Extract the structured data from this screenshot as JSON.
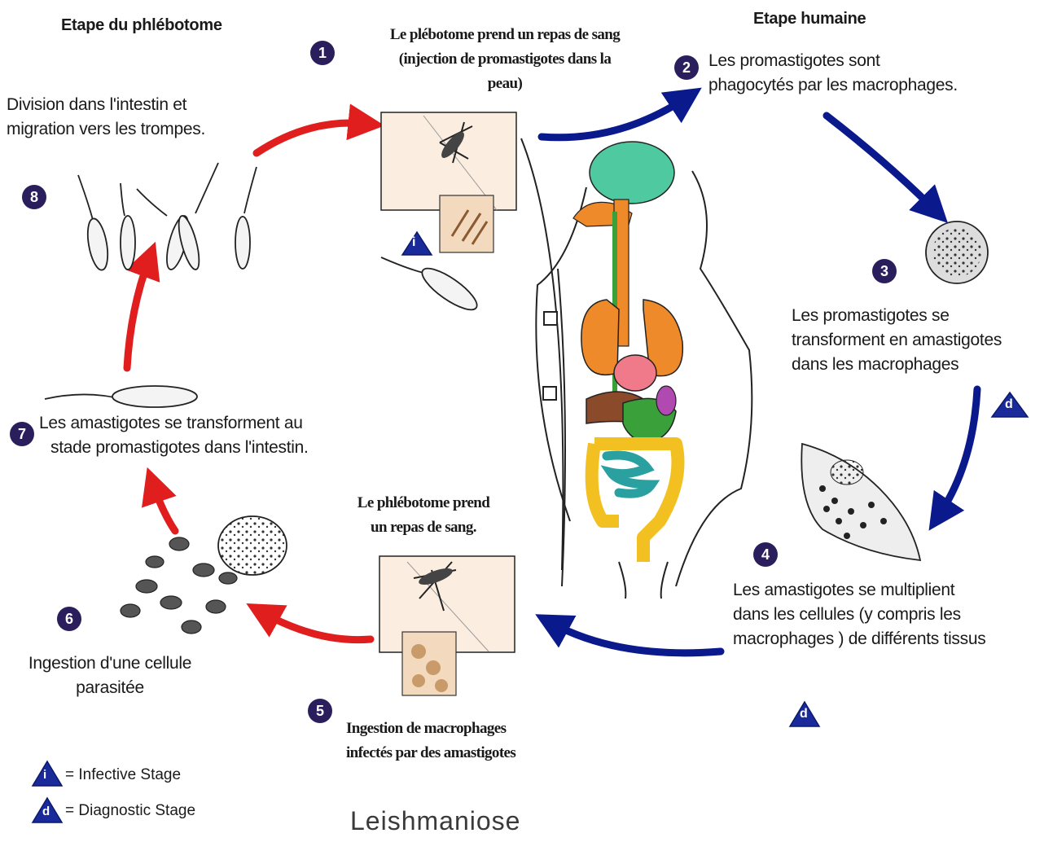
{
  "header": {
    "vector_stage": "Etape du phlébotome",
    "human_stage": "Etape humaine"
  },
  "steps": {
    "s1": {
      "num": "1",
      "lines": [
        "Le plébotome prend un repas de sang",
        "(injection de promastigotes dans la",
        "peau)"
      ]
    },
    "s2": {
      "num": "2",
      "lines": [
        "Les promastigotes sont",
        "phagocytés par les macrophages."
      ]
    },
    "s3": {
      "num": "3",
      "lines": [
        "Les promastigotes se",
        "transforment en amastigotes",
        "dans les macrophages"
      ]
    },
    "s4": {
      "num": "4",
      "lines": [
        "Les amastigotes se multiplient",
        "dans les cellules (y compris les",
        "macrophages ) de différents tissus"
      ]
    },
    "s5": {
      "num": "5",
      "lines": [
        "Ingestion de macrophages",
        "infectés par des amastigotes"
      ]
    },
    "s5_top": {
      "lines": [
        "Le phlébotome prend",
        "un repas de sang."
      ]
    },
    "s6": {
      "num": "6",
      "lines": [
        "Ingestion d'une cellule",
        "parasitée"
      ]
    },
    "s7": {
      "num": "7",
      "lines": [
        "Les amastigotes se transforment au",
        "stade promastigotes dans l'intestin."
      ]
    },
    "s8": {
      "num": "8",
      "lines": [
        "Division dans l'intestin et",
        "migration vers les trompes."
      ]
    }
  },
  "badges": {
    "infective": "i",
    "diagnostic": "d"
  },
  "legend": {
    "infective": "= Infective Stage",
    "diagnostic": "= Diagnostic Stage"
  },
  "title": "Leishmaniose",
  "colors": {
    "badge": "#2a1f5c",
    "arrow_red": "#e01e1e",
    "arrow_blue": "#0a1a8c",
    "brain": "#4fc9a0",
    "lungs": "#ef8a2a",
    "heart": "#f07a8a",
    "liver": "#8b4a2a",
    "stomach": "#3aa03a",
    "intestine": "#f2c020",
    "small_intestine": "#2aa0a0",
    "spleen": "#b04ab0"
  }
}
